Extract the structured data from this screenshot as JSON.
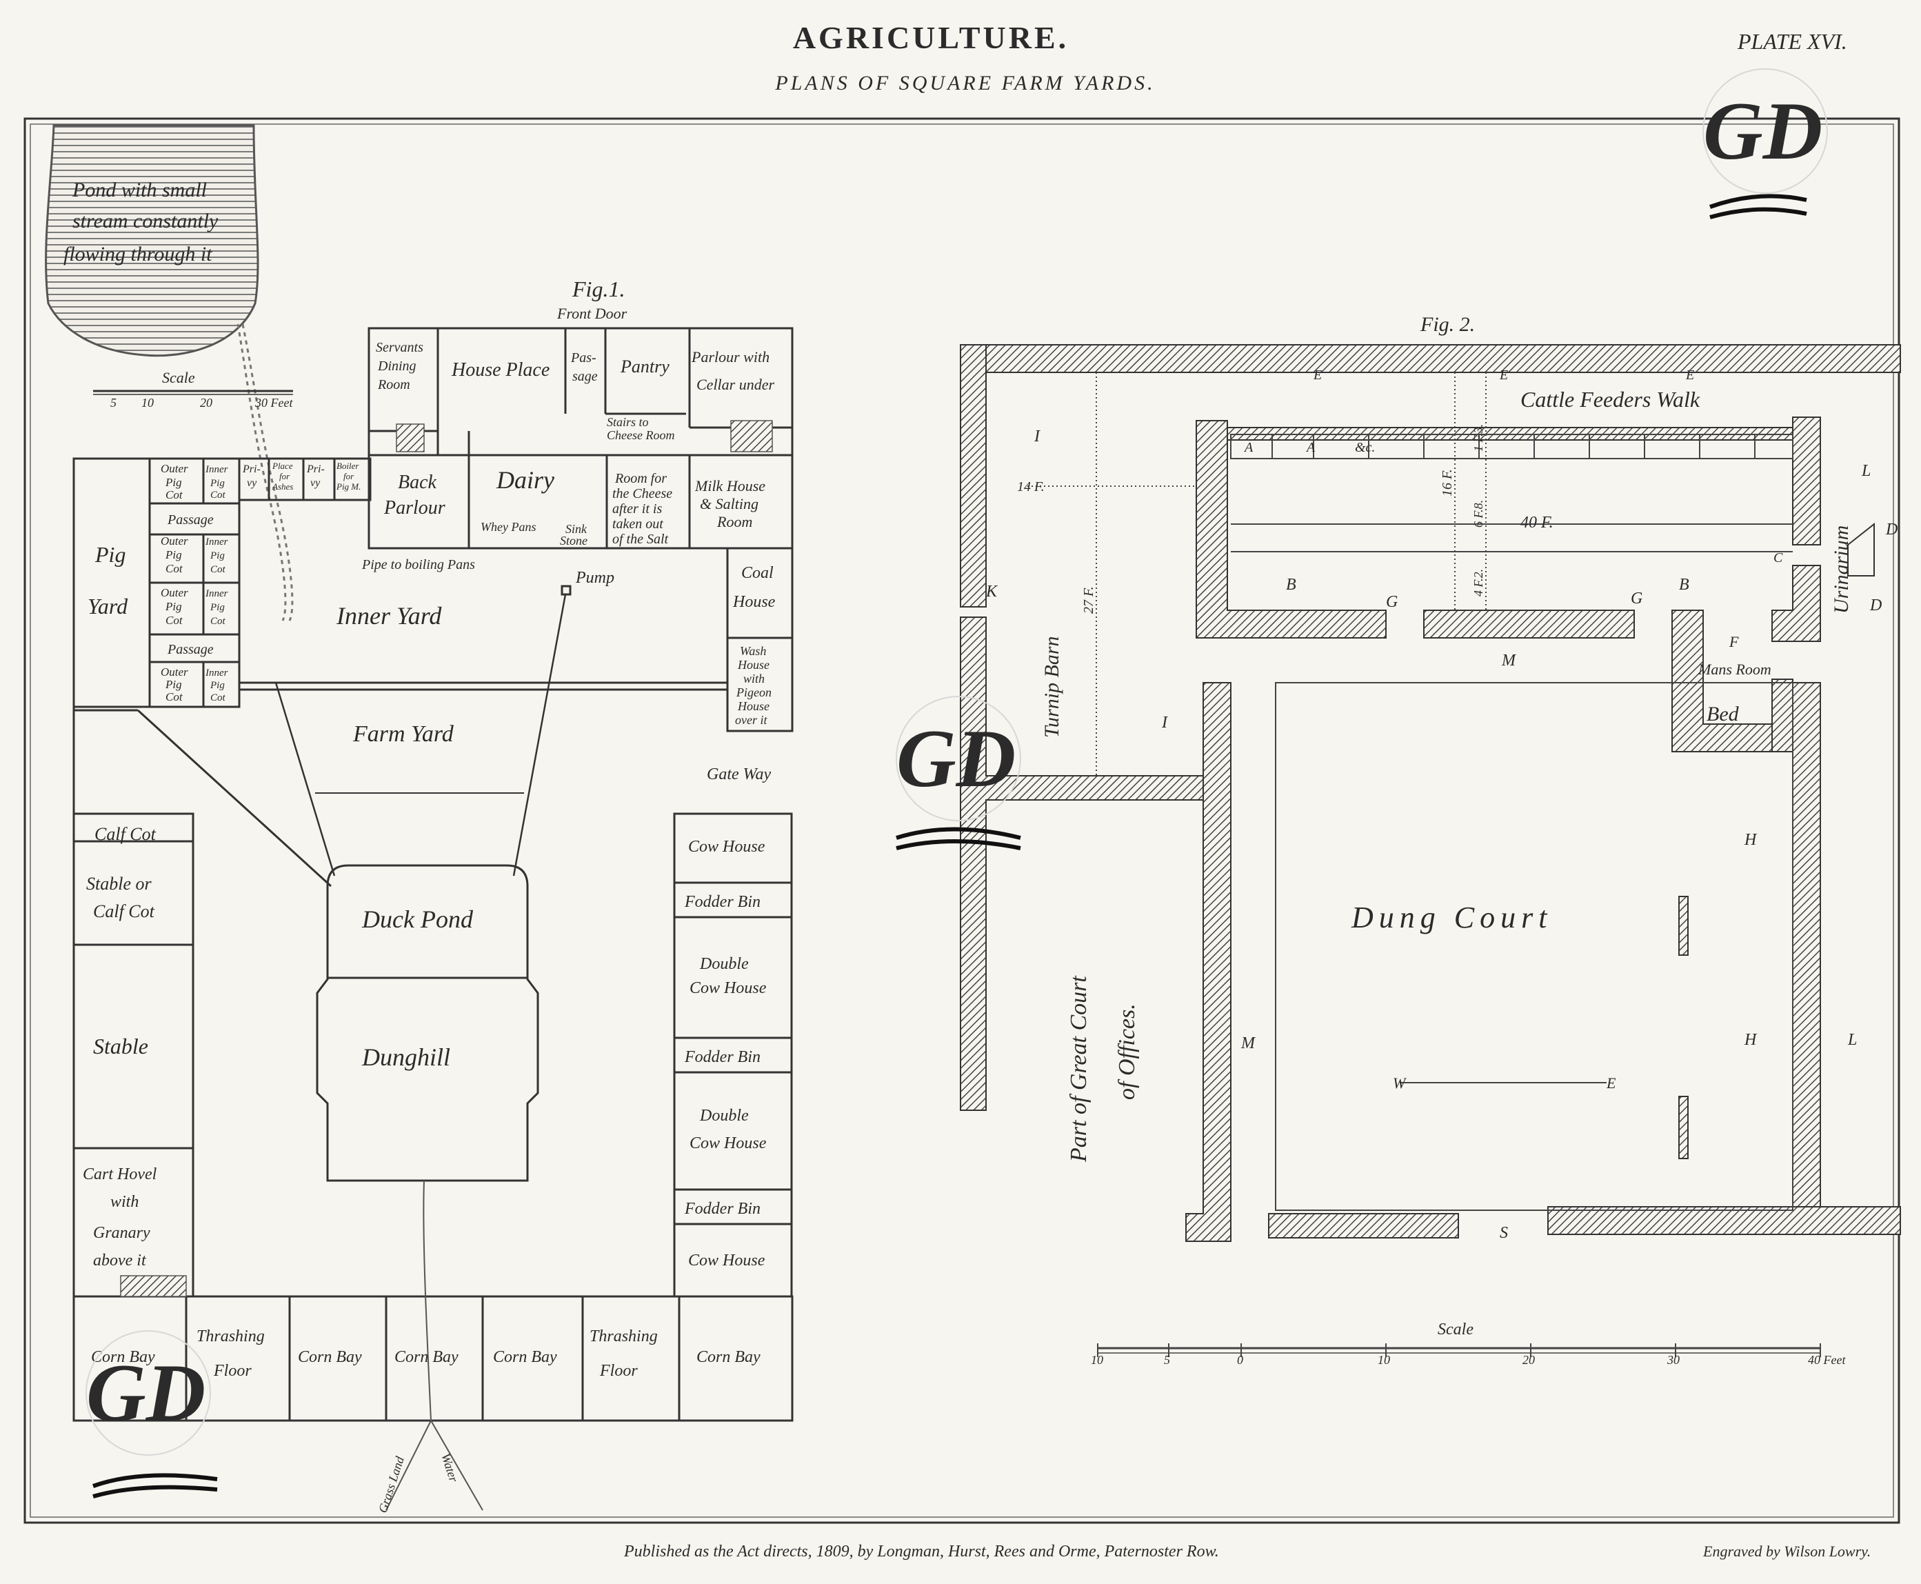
{
  "header": {
    "title": "AGRICULTURE.",
    "subtitle": "PLANS OF SQUARE FARM YARDS.",
    "plate": "PLATE XVI."
  },
  "footer": {
    "published": "Published as the Act directs, 1809, by Longman, Hurst, Rees and Orme, Paternoster Row.",
    "engraver": "Engraved by Wilson Lowry."
  },
  "watermark": {
    "text": "GD"
  },
  "fig1": {
    "title": "Fig.1.",
    "front_door": "Front Door",
    "pond": [
      "Pond with small",
      "stream constantly",
      "flowing through it"
    ],
    "scale": {
      "label": "Scale",
      "ticks": [
        "5",
        "10",
        "20",
        "30 Feet"
      ]
    },
    "rooms": {
      "servants": [
        "Servants",
        "Dining",
        "Room"
      ],
      "house_place": "House  Place",
      "passage_top": [
        "Pas-",
        "sage"
      ],
      "pantry": "Pantry",
      "parlour_cellar": [
        "Parlour with",
        "Cellar under"
      ],
      "back_parlour": [
        "Back",
        "Parlour"
      ],
      "dairy": "Dairy",
      "stairs": [
        "Stairs to",
        "Cheese Room"
      ],
      "whey_pans": "Whey Pans",
      "sink_stone": [
        "Sink",
        "Stone"
      ],
      "cheese_room": [
        "Room for",
        "the Cheese",
        "after it is",
        "taken out",
        "of the Salt"
      ],
      "milk_house": [
        "Milk House",
        "& Salting",
        "Room"
      ],
      "pipe": "Pipe to boiling Pans",
      "coal_house": [
        "Coal",
        "House"
      ],
      "wash_house": [
        "Wash",
        "House",
        "with",
        "Pigeon",
        "House",
        "over it"
      ],
      "pump": "Pump",
      "inner_yard": "Inner     Yard",
      "farm_yard": "Farm Yard",
      "gate_way": "Gate Way",
      "pig_yard": [
        "Pig",
        "Yard"
      ],
      "outer_pig_cot": [
        "Outer",
        "Pig",
        "Cot"
      ],
      "inner_pig_cot": [
        "Inner",
        "Pig",
        "Cot"
      ],
      "passage": "Passage",
      "privy": [
        "Pri-",
        "vy"
      ],
      "place_for_ashes": [
        "Place",
        "for",
        "Ashes"
      ],
      "boiler": [
        "Boiler",
        "for",
        "Pig M."
      ],
      "calf_cot": "Calf  Cot",
      "stable_calf": [
        "Stable  or",
        "Calf Cot"
      ],
      "stable": "Stable",
      "cart_hovel": [
        "Cart Hovel",
        "with",
        "Granary",
        "above it"
      ],
      "duck_pond": "Duck Pond",
      "dunghill": "Dunghill",
      "cow_house": "Cow House",
      "fodder_bin": "Fodder Bin",
      "double_cow_house": [
        "Double",
        "Cow House"
      ],
      "corn_bay": "Corn Bay",
      "thrashing_floor": [
        "Thrashing",
        "Floor"
      ],
      "grass_land": "Grass Land",
      "water": "Water"
    }
  },
  "fig2": {
    "title": "Fig. 2.",
    "cattle_walk": "Cattle  Feeders Walk",
    "stalls": [
      "A",
      "A",
      "&c."
    ],
    "turnip_barn": "Turnip Barn",
    "urinarium": "Urinarium",
    "mans_room": "Mans Room",
    "bed": "Bed",
    "dung_court": "Dung  Court",
    "great_court": [
      "Part of Great Court",
      "of Offices."
    ],
    "dimensions": {
      "d14": "14 F.",
      "d16": "16 F.",
      "d6f8": "6 F.8.",
      "d1f3": "1 F.3.",
      "d4f2": "4 F.2.",
      "d27": "27 F.",
      "d40": "40 F."
    },
    "letters": {
      "E": "E",
      "I": "I",
      "K": "K",
      "L": "L",
      "D": "D",
      "C": "C",
      "B": "B",
      "G": "G",
      "F": "F",
      "M": "M",
      "H": "H",
      "W": "W",
      "S": "S"
    },
    "scale": {
      "label": "Scale",
      "ticks": [
        "10",
        "5",
        "0",
        "10",
        "20",
        "30",
        "40 Feet"
      ]
    }
  }
}
